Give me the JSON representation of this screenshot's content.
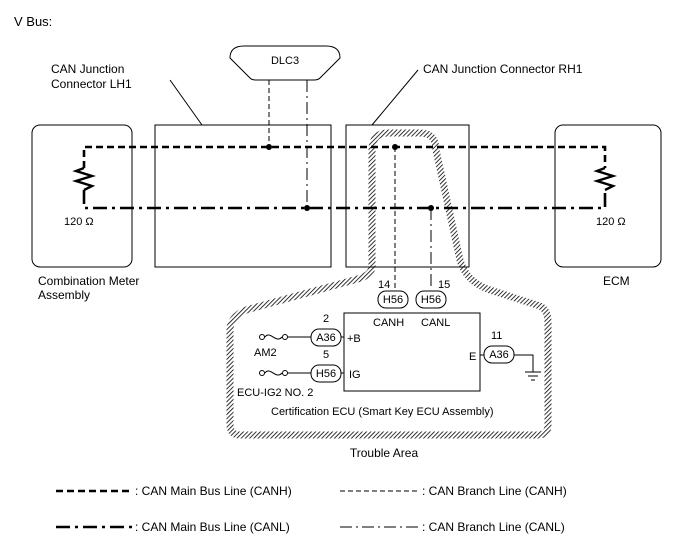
{
  "title": "V Bus:",
  "labels": {
    "dlc3": "DLC3",
    "can_junction_lh1": [
      "CAN Junction",
      "Connector LH1"
    ],
    "can_junction_rh1": "CAN Junction Connector RH1",
    "resistor_left": "120 Ω",
    "resistor_right": "120 Ω",
    "combination_meter": [
      "Combination Meter",
      "Assembly"
    ],
    "ecm": "ECM",
    "canh": "CANH",
    "canl": "CANL",
    "fuse_am2": "AM2",
    "fuse_ecu_ig2": "ECU-IG2 NO. 2",
    "terminal_b": "+B",
    "terminal_ig": "IG",
    "terminal_e": "E",
    "certification_ecu": "Certification ECU (Smart Key ECU Assembly)",
    "trouble_area": "Trouble Area"
  },
  "connectors": [
    {
      "id": "H56",
      "pin": "14",
      "ref": "canh"
    },
    {
      "id": "H56",
      "pin": "15",
      "ref": "canl"
    },
    {
      "id": "A36",
      "pin": "2",
      "ref": "+B"
    },
    {
      "id": "H56",
      "pin": "5",
      "ref": "IG"
    },
    {
      "id": "A36",
      "pin": "11",
      "ref": "E"
    }
  ],
  "legend": [
    {
      "line": "main-canh",
      "label": ": CAN Main Bus Line (CANH)"
    },
    {
      "line": "branch-canh",
      "label": ": CAN Branch Line (CANH)"
    },
    {
      "line": "main-canl",
      "label": ": CAN Main Bus Line (CANL)"
    },
    {
      "line": "branch-canl",
      "label": ": CAN Branch Line (CANL)"
    }
  ]
}
